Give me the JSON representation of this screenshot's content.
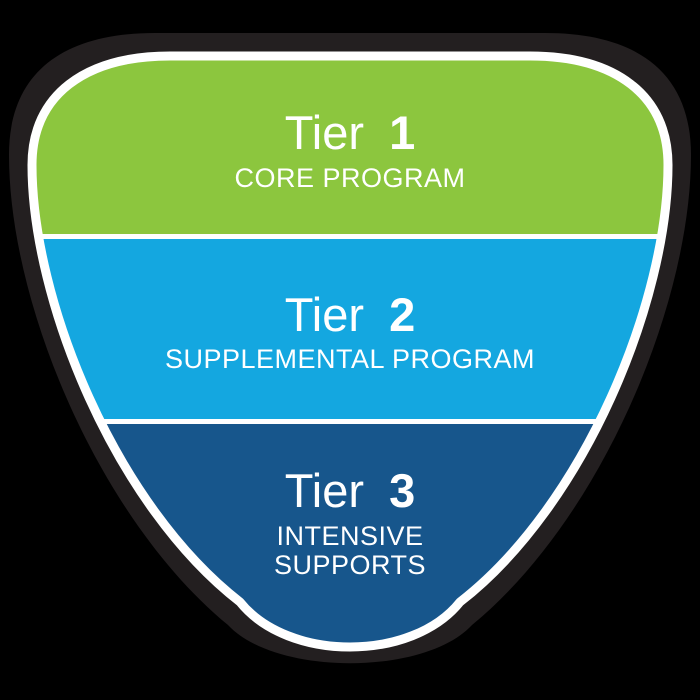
{
  "diagram": {
    "description": "Three-tier inverted pyramid diagram",
    "background_color": "#000000",
    "outline_color": "#231F20",
    "stroke_color": "#FFFFFF",
    "text_color": "#FFFFFF",
    "tiers": [
      {
        "label": "Tier",
        "number": "1",
        "subtitle_lines": [
          "CORE PROGRAM"
        ],
        "color": "#8CC63E"
      },
      {
        "label": "Tier",
        "number": "2",
        "subtitle_lines": [
          "SUPPLEMENTAL PROGRAM"
        ],
        "color": "#14A7E0"
      },
      {
        "label": "Tier",
        "number": "3",
        "subtitle_lines": [
          "INTENSIVE",
          "SUPPORTS"
        ],
        "color": "#17568C"
      }
    ]
  }
}
